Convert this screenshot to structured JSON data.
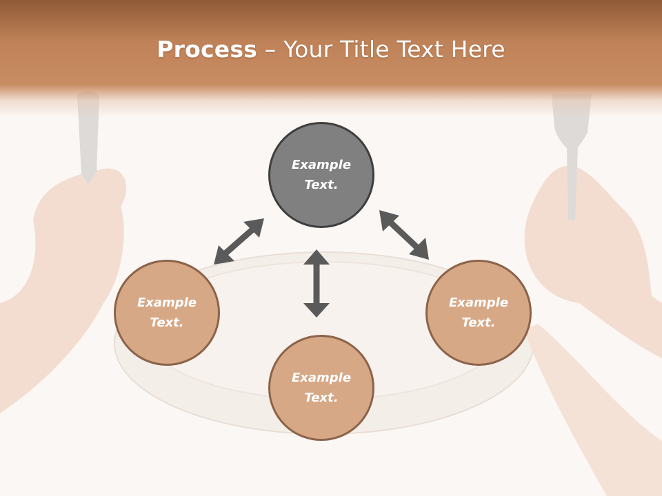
{
  "title": {
    "bold": "Process",
    "rest": " – Your Title Text Here"
  },
  "nodes": {
    "top": "Example\nText.",
    "left": "Example\nText.",
    "bottom": "Example\nText.",
    "right": "Example\nText."
  },
  "colors": {
    "header": "#c98d63",
    "node_primary": "#808080",
    "node_secondary": "#d6a886",
    "arrow": "#5a5a5a"
  },
  "icons": [
    "double-headed-arrow"
  ]
}
